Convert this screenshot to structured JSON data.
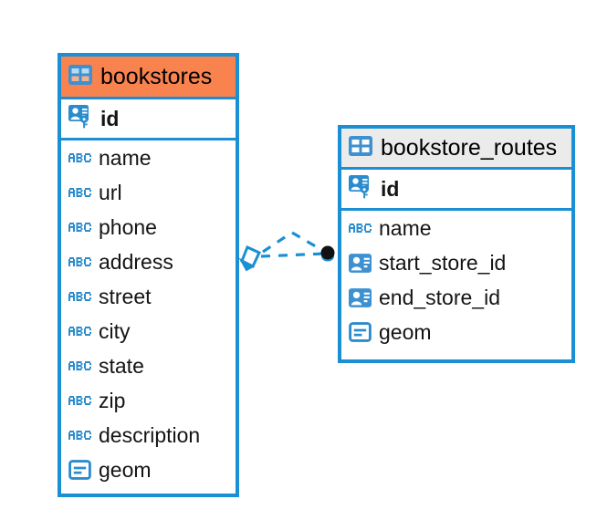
{
  "diagram": {
    "type": "entity-relationship-diagram",
    "background_color": "#ffffff",
    "accent_color": "#1a8fd4",
    "highlight_color": "#f9834f"
  },
  "tables": [
    {
      "name": "bookstores",
      "header_icon": "table-icon",
      "header_background": "#f9834f",
      "selected": true,
      "primary_key": {
        "label": "id",
        "icon": "primary-key-icon"
      },
      "columns": [
        {
          "label": "name",
          "icon": "text-column-icon"
        },
        {
          "label": "url",
          "icon": "text-column-icon"
        },
        {
          "label": "phone",
          "icon": "text-column-icon"
        },
        {
          "label": "address",
          "icon": "text-column-icon"
        },
        {
          "label": "street",
          "icon": "text-column-icon"
        },
        {
          "label": "city",
          "icon": "text-column-icon"
        },
        {
          "label": "state",
          "icon": "text-column-icon"
        },
        {
          "label": "zip",
          "icon": "text-column-icon"
        },
        {
          "label": "description",
          "icon": "text-column-icon"
        },
        {
          "label": "geom",
          "icon": "geometry-column-icon"
        }
      ]
    },
    {
      "name": "bookstore_routes",
      "header_icon": "table-icon",
      "header_background": "#ebebeb",
      "selected": false,
      "primary_key": {
        "label": "id",
        "icon": "primary-key-icon"
      },
      "columns": [
        {
          "label": "name",
          "icon": "text-column-icon"
        },
        {
          "label": "start_store_id",
          "icon": "foreign-key-icon"
        },
        {
          "label": "end_store_id",
          "icon": "foreign-key-icon"
        },
        {
          "label": "geom",
          "icon": "geometry-column-icon"
        }
      ]
    }
  ],
  "relationship": {
    "style": "dashed",
    "color": "#1a8fd4",
    "source_endpoint": "diamond-endpoint",
    "target_endpoint": "dot-endpoint"
  }
}
